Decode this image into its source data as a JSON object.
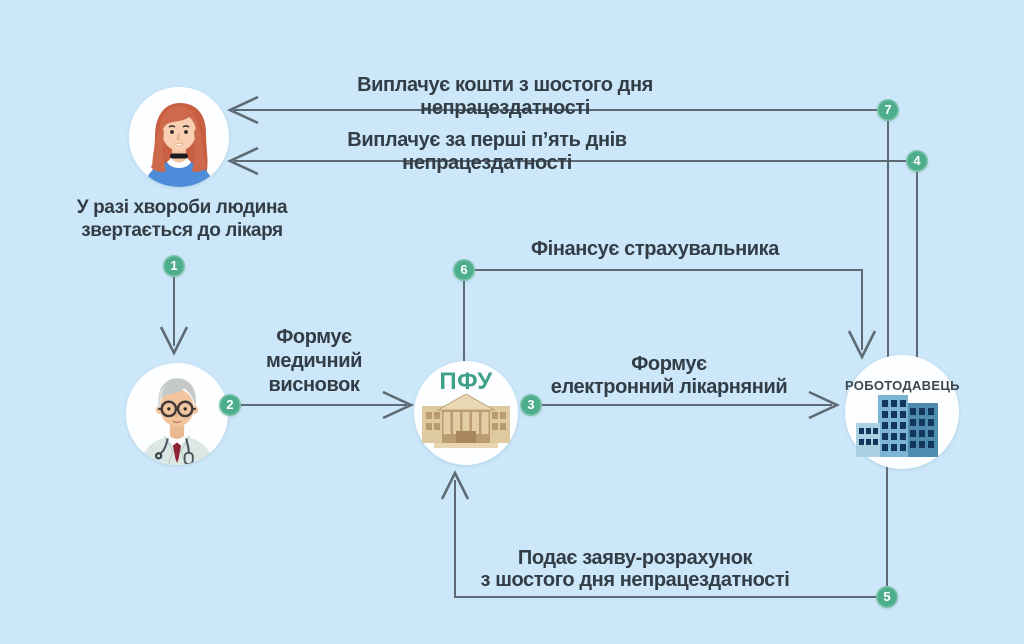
{
  "colors": {
    "background": "#cbe7f9",
    "badge_green": "#4dae8d",
    "line_gray": "#5e6b74",
    "text_dark": "#333d46",
    "pfu_green": "#3fa189",
    "employer_text": "#3d4751"
  },
  "nodes": {
    "patient": {
      "caption_line1": "У разі хвороби людина",
      "caption_line2": "звертається до лікаря"
    },
    "pfu": {
      "label": "ПФУ"
    },
    "employer": {
      "label": "РОБОТОДАВЕЦЬ"
    }
  },
  "labels": {
    "pay_sixth_day": "Виплачує кошти з шостого дня непрацездатності",
    "pay_first_five": "Виплачує за перші п’ять днів непрацездатності",
    "medical_line1": "Формує",
    "medical_line2": "медичний",
    "medical_line3": "висновок",
    "finance_insurer": "Фінансує страхувальника",
    "esick_line1": "Формує",
    "esick_line2": "електронний лікарняний",
    "claim_line1": "Подає заяву-розрахунок",
    "claim_line2": "з шостого дня непрацездатності"
  },
  "badges": [
    "1",
    "2",
    "3",
    "4",
    "5",
    "6",
    "7"
  ]
}
